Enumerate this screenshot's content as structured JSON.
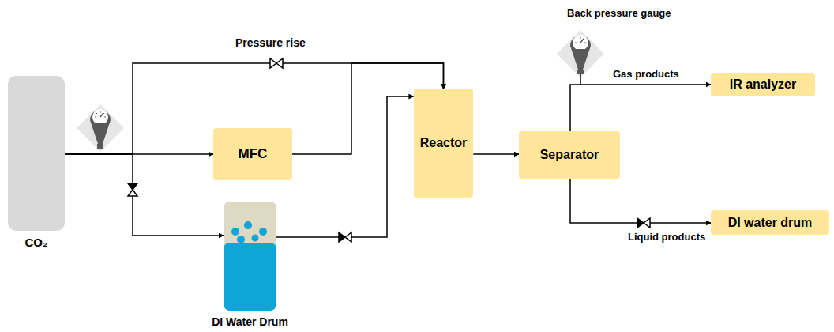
{
  "diagram": {
    "nodes": [
      {
        "text": [
          "CO₂"
        ]
      },
      {
        "text": [
          "MFC"
        ]
      },
      {
        "text": [
          "DI Water Drum"
        ]
      },
      {
        "text": [
          "Reactor"
        ]
      },
      {
        "text": [
          "Separator"
        ]
      },
      {
        "text": [
          "IR analyzer"
        ]
      },
      {
        "text": [
          "DI water drum"
        ]
      }
    ],
    "edges": [
      {
        "from": 0,
        "to": 1,
        "arrow": "to"
      },
      {
        "from": 0,
        "to": 2,
        "arrow": "to"
      },
      {
        "from": 0,
        "to": 3,
        "label": "Pressure rise",
        "arrow": "to"
      },
      {
        "from": 1,
        "to": 3,
        "arrow": "to"
      },
      {
        "from": 2,
        "to": 3,
        "arrow": "to"
      },
      {
        "from": 3,
        "to": 4,
        "arrow": "to"
      },
      {
        "from": 4,
        "to": 5,
        "label": "Gas products",
        "arrow": "to"
      },
      {
        "from": 4,
        "to": 6,
        "label": "Liquid products",
        "arrow": "to"
      }
    ],
    "labels": [
      "Back pressure gauge"
    ]
  }
}
